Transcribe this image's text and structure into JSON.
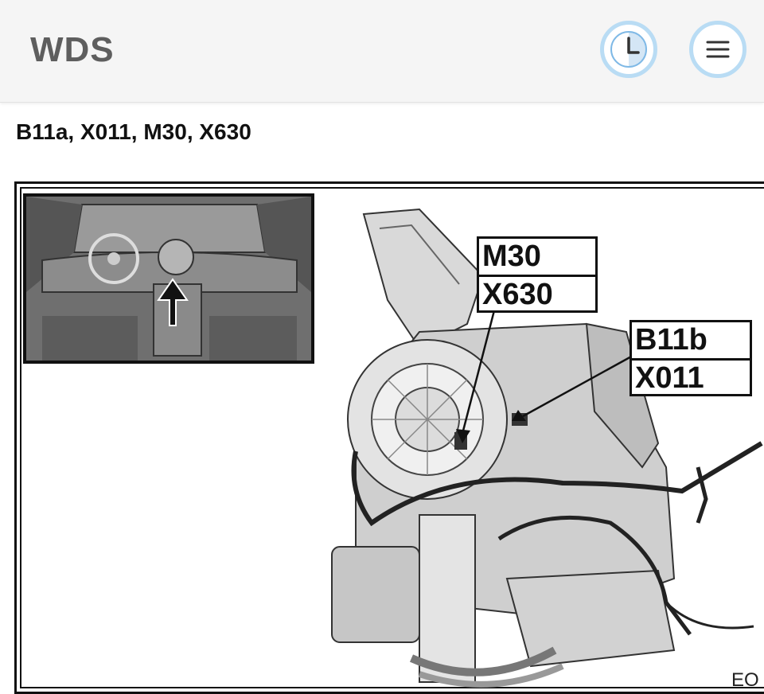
{
  "app_bar": {
    "title": "WDS",
    "history_icon": "clock-icon",
    "menu_icon": "hamburger-menu-icon",
    "accent_color": "#b9dcf4"
  },
  "page": {
    "heading": "B11a, X011, M30, X630"
  },
  "figure": {
    "callouts": [
      {
        "lines": [
          "M30",
          "X630"
        ]
      },
      {
        "lines": [
          "B11b",
          "X011"
        ]
      }
    ],
    "code": "EO"
  }
}
